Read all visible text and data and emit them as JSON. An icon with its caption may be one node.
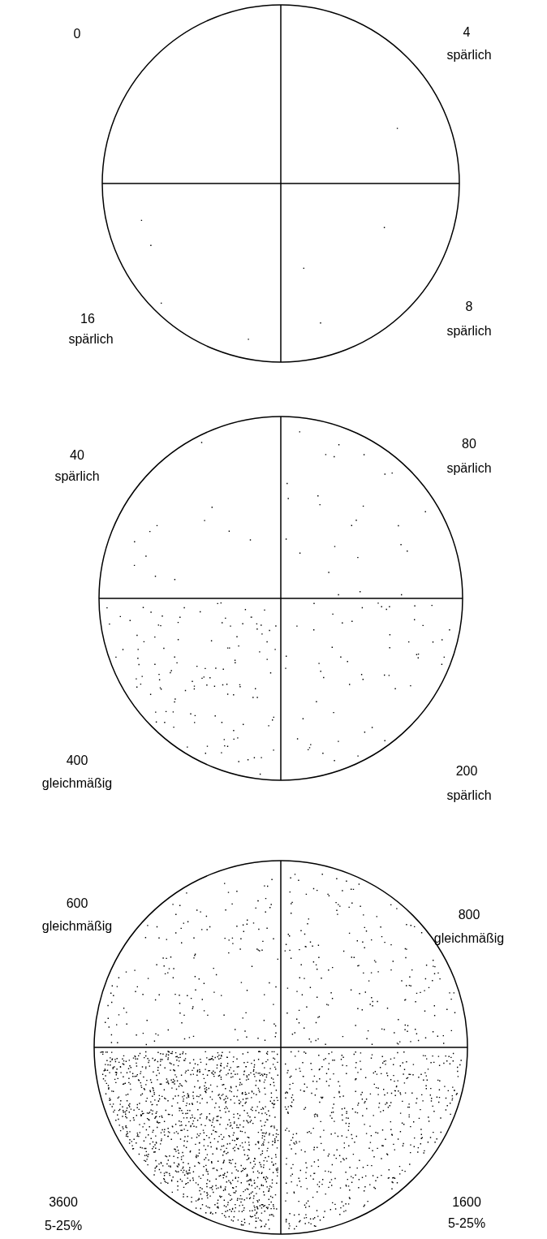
{
  "diagram": {
    "labels": [
      "0",
      "4",
      "spärlich",
      "16",
      "spärlich",
      "8",
      "spärlich",
      "40",
      "spärlich",
      "80",
      "spärlich",
      "400",
      "gleichmäßig",
      "200",
      "spärlich",
      "600",
      "gleichmäßig",
      "800",
      "gleichmäßig",
      "3600",
      "5-25%",
      "1600",
      "5-25%"
    ]
  }
}
